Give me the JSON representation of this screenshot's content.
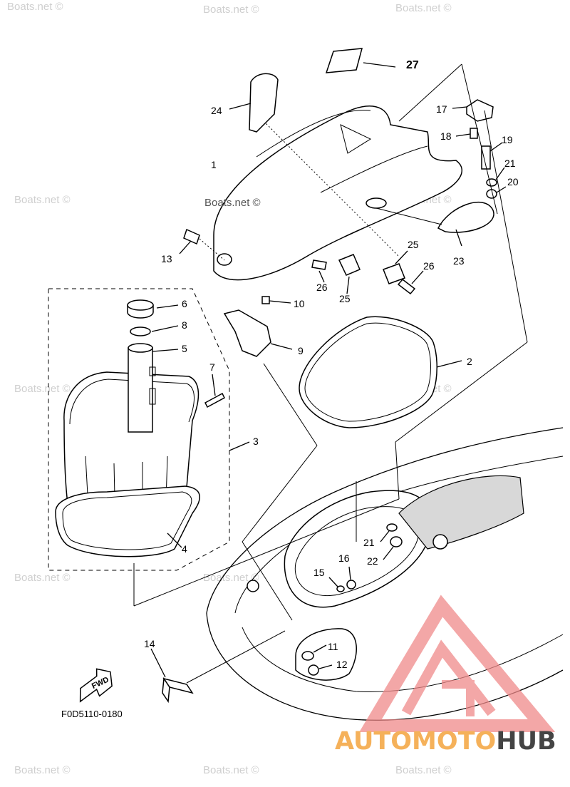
{
  "diagram": {
    "callout_27": "27",
    "callouts": [
      {
        "id": "c1",
        "label": "1"
      },
      {
        "id": "c2",
        "label": "2"
      },
      {
        "id": "c3",
        "label": "3"
      },
      {
        "id": "c4",
        "label": "4"
      },
      {
        "id": "c5",
        "label": "5"
      },
      {
        "id": "c6",
        "label": "6"
      },
      {
        "id": "c7",
        "label": "7"
      },
      {
        "id": "c8",
        "label": "8"
      },
      {
        "id": "c9",
        "label": "9"
      },
      {
        "id": "c10",
        "label": "10"
      },
      {
        "id": "c11",
        "label": "11"
      },
      {
        "id": "c12",
        "label": "12"
      },
      {
        "id": "c13",
        "label": "13"
      },
      {
        "id": "c14",
        "label": "14"
      },
      {
        "id": "c15",
        "label": "15"
      },
      {
        "id": "c16",
        "label": "16"
      },
      {
        "id": "c17",
        "label": "17"
      },
      {
        "id": "c18",
        "label": "18"
      },
      {
        "id": "c19",
        "label": "19"
      },
      {
        "id": "c20",
        "label": "20"
      },
      {
        "id": "c21a",
        "label": "21"
      },
      {
        "id": "c21b",
        "label": "21"
      },
      {
        "id": "c22",
        "label": "22"
      },
      {
        "id": "c23",
        "label": "23"
      },
      {
        "id": "c24",
        "label": "24"
      },
      {
        "id": "c25a",
        "label": "25"
      },
      {
        "id": "c25b",
        "label": "25"
      },
      {
        "id": "c26a",
        "label": "26"
      },
      {
        "id": "c26b",
        "label": "26"
      }
    ],
    "drawing_code": "F0D5110-0180",
    "fwd_label": "FWD"
  },
  "watermark": {
    "text": "Boats.net ©",
    "inline_text": "Boats.net ©"
  },
  "brand": {
    "part1": "AUTOMOTO",
    "part2": "HUB",
    "logo_color": "#f08a8a",
    "accent_color": "#f5b15a",
    "dark_color": "#444444"
  }
}
